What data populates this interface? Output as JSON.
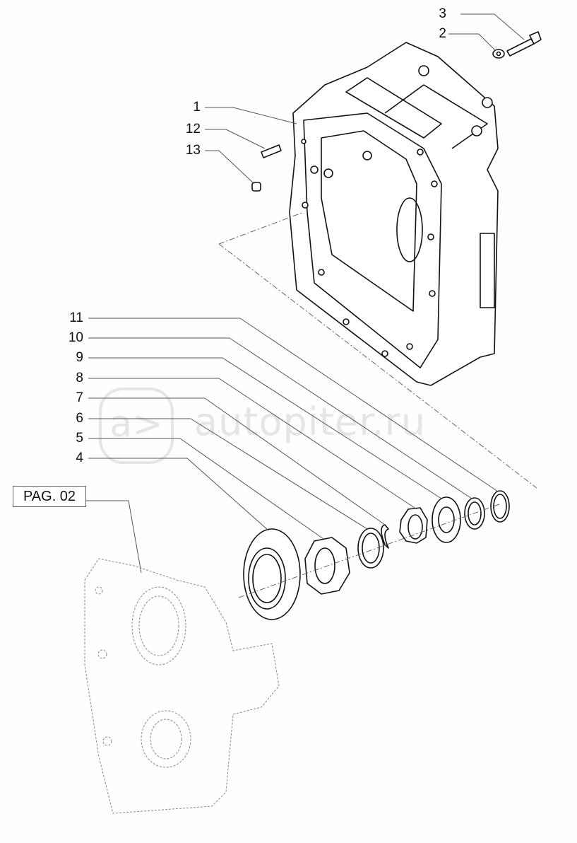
{
  "diagram": {
    "callouts": {
      "c1": "1",
      "c2": "2",
      "c3": "3",
      "c4": "4",
      "c5": "5",
      "c6": "6",
      "c7": "7",
      "c8": "8",
      "c9": "9",
      "c10": "10",
      "c11": "11",
      "c12": "12",
      "c13": "13"
    },
    "page_ref": "PAG. 02",
    "watermark": {
      "logo": "a>",
      "text": "autopiter.ru"
    }
  }
}
